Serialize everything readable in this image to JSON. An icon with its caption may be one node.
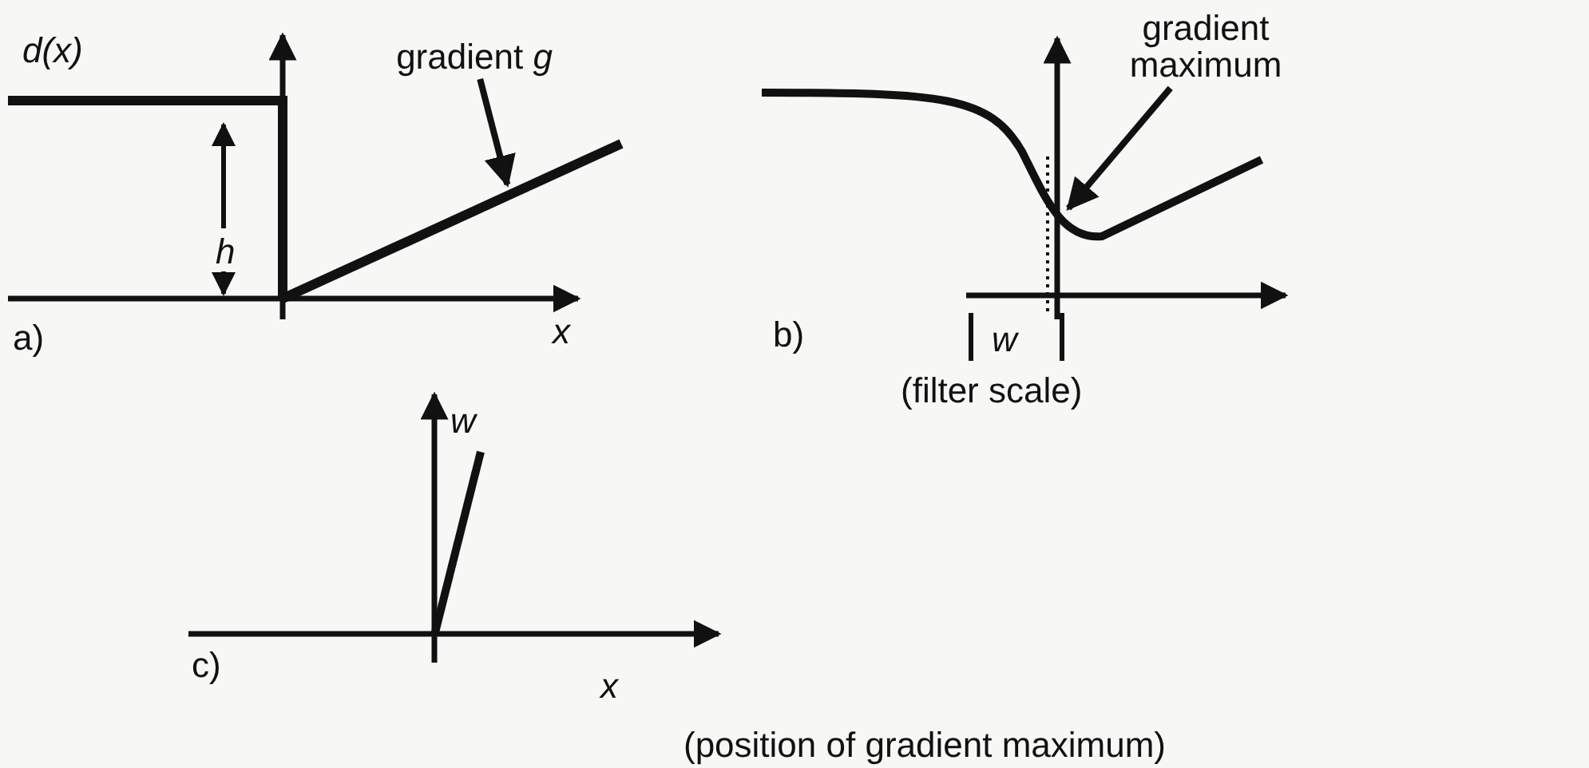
{
  "diagram": {
    "nodes": [
      {
        "text": [
          "gradient *g*"
        ]
      },
      {
        "text": [
          "gradient maximum"
        ]
      },
      {
        "text": [],
        "shape": "line"
      },
      {
        "text": [],
        "shape": "curve"
      }
    ],
    "edges": [
      {
        "from": 0,
        "to": 2,
        "arrow": "to"
      },
      {
        "from": 1,
        "to": 3,
        "arrow": "to"
      }
    ],
    "labels": [
      "d(x)",
      "h",
      "x",
      "a)",
      "b)",
      "w",
      "(filter scale)",
      "w",
      "c)",
      "x",
      "(position of gradient maximum)"
    ]
  }
}
